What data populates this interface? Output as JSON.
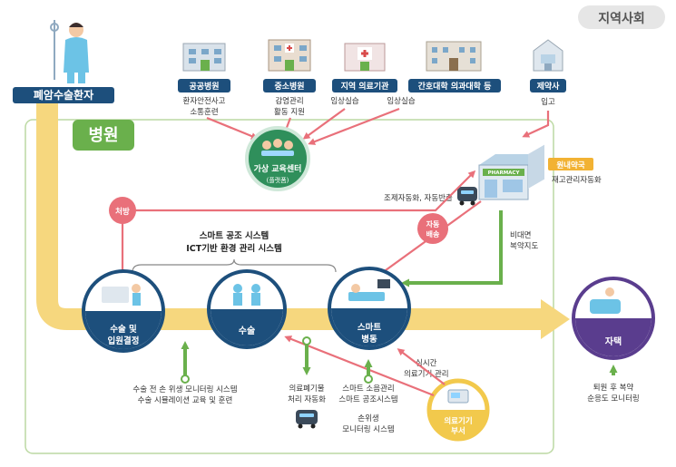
{
  "region_label": "지역사회",
  "patient_label": "폐암수술환자",
  "hospital_label": "병원",
  "institutions": [
    {
      "name": "공공병원",
      "note1": "환자안전사고",
      "note2": "소통훈련"
    },
    {
      "name": "중소병원",
      "note1": "감염관리",
      "note2": "활동 지원"
    },
    {
      "name": "지역 의료기관",
      "note1": "임상실습",
      "note2": ""
    },
    {
      "name": "간호대학 의과대학 등",
      "note1": "임상실습",
      "note2": ""
    },
    {
      "name": "제약사",
      "note1": "입고",
      "note2": ""
    }
  ],
  "virtual_center": {
    "line1": "가상 교육센터",
    "line2": "(플랫폼)"
  },
  "pharmacy": {
    "badge": "원내약국",
    "note": "재고관리자동화",
    "sign": "PHARMACY"
  },
  "robot_note": "조제자동화, 자동반출",
  "prescription_label": "처방",
  "auto_delivery": {
    "line1": "자동",
    "line2": "배송"
  },
  "nonface": {
    "line1": "비대면",
    "line2": "복약지도"
  },
  "systems": {
    "line1": "스마트 공조 시스템",
    "line2": "ICT기반 환경 관리 시스템"
  },
  "stages": [
    {
      "line1": "수술 및",
      "line2": "입원결정"
    },
    {
      "line1": "수술",
      "line2": ""
    },
    {
      "line1": "스마트",
      "line2": "병동"
    },
    {
      "line1": "자택",
      "line2": ""
    }
  ],
  "device_dept": {
    "line1": "의료기기",
    "line2": "부서"
  },
  "device_note": {
    "line1": "실시간",
    "line2": "의료기기 관리"
  },
  "bottom_notes": {
    "presurgery": {
      "line1": "수술 전 손 위생 모니터링 시스템",
      "line2": "수술 시뮬레이션 교육 및 훈련"
    },
    "waste": {
      "line1": "의료폐기물",
      "line2": "처리 자동화"
    },
    "ward": {
      "line1": "스마트 소음관리",
      "line2": "스마트 공조시스템"
    },
    "hand": {
      "line1": "손위생",
      "line2": "모니터링 시스템"
    },
    "home": {
      "line1": "퇴원 후 복약",
      "line2": "순응도 모니터링"
    }
  },
  "colors": {
    "navy": "#1d4f7c",
    "green": "#6ab04c",
    "pink": "#e9707a",
    "yellow": "#f6d77e",
    "purple": "#5a3d8e",
    "yellow_circle": "#f2c94c"
  }
}
